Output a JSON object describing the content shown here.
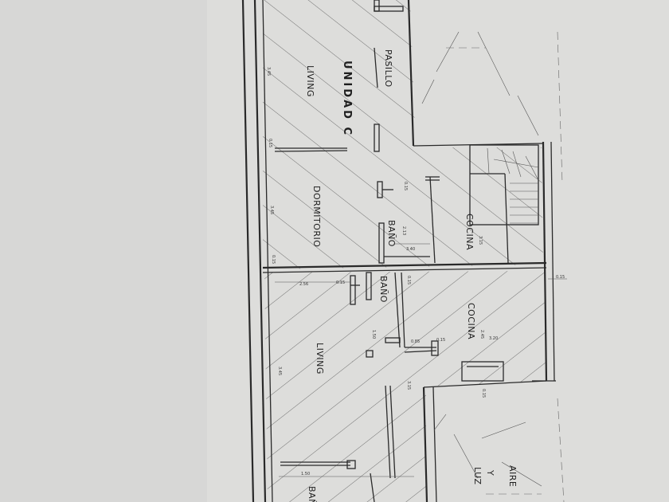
{
  "plan": {
    "unit_title": "UNIDAD C",
    "rooms_upper": {
      "living": "LIVING",
      "pasillo": "PASILLO",
      "dormitorio": "DORMITORIO",
      "bano": "BAÑO",
      "cocina": "COCINA"
    },
    "rooms_lower": {
      "living": "LIVING",
      "cocina": "COCINA",
      "bano": "BAÑO",
      "bano_cut": "BAÑ"
    },
    "courtyard": {
      "line1": "AIRE",
      "line2": "Y",
      "line3": "LUZ"
    },
    "dimensions": [
      "3.45",
      "0.15",
      "3.45",
      "0.15",
      "2.56",
      "0.15",
      "3.45",
      "3.15",
      "2.13",
      "0.15",
      "3.40",
      "0.15",
      "0.85",
      "0.15",
      "1.50",
      "3.15",
      "0.15",
      "2.45",
      "0.15",
      "1.50",
      "3.20"
    ]
  }
}
